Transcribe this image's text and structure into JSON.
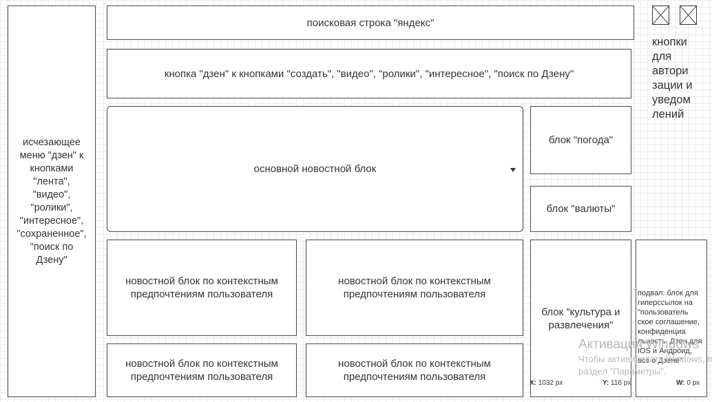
{
  "sidebar": {
    "label": "исчезающее меню \"дзен\" к кнопками \"лента\", \"видео\", \"ролики\", \"интересное\", \"сохраненное\", \"поиск по Дзену\""
  },
  "search": {
    "label": "поисковая строка \"яндекс\""
  },
  "dzen_bar": {
    "label": "кнопка \"дзен\" к кнопками \"создать\", \"видео\", \"ролики\", \"интересное\", \"поиск по Дзену\""
  },
  "main_news": {
    "label": "основной новостной блок"
  },
  "weather": {
    "label": "блок \"погода\""
  },
  "currency": {
    "label": "блок \"валюты\""
  },
  "news_blocks": [
    {
      "label": "новостной блок по контекстным предпочтениям пользователя"
    },
    {
      "label": "новостной блок по контекстным предпочтениям пользователя"
    },
    {
      "label": "новостной блок по контекстным предпочтениям пользователя"
    },
    {
      "label": "новостной блок по контекстным предпочтениям пользователя"
    }
  ],
  "culture": {
    "label": "блок \"культура и развлечения\""
  },
  "footer": {
    "label": "подвал: блок для гиперссылок на \"пользователь ское соглашение, конфиденциа льность, Дзен для IOS и Андроид, все о Дзене\""
  },
  "auth": {
    "label": "кнопки для автори зации и уведом лений"
  },
  "coords": {
    "x_label": "X:",
    "x_value": "1032 px",
    "y_label": "Y:",
    "y_value": "116 px",
    "w_label": "W:",
    "w_value": "0 px"
  },
  "watermark": {
    "title": "Активация Windows",
    "subtitle_1": "Чтобы активировать Windows, перейдите в",
    "subtitle_2": "раздел \"Параметры\"."
  }
}
